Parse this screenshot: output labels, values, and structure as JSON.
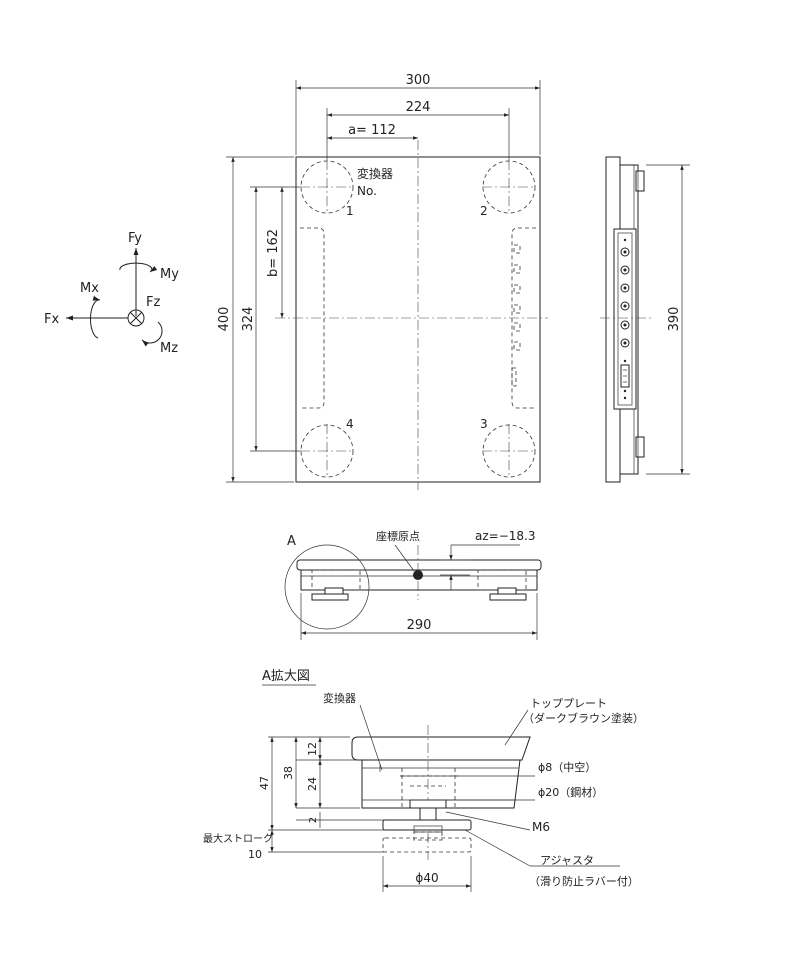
{
  "top_view": {
    "dim_width": "300",
    "dim_sensor_pitch_x": "224",
    "dim_a": "a= 112",
    "dim_height": "400",
    "dim_sensor_pitch_y": "324",
    "dim_b": "b= 162",
    "sensor_label_line1": "変換器",
    "sensor_label_line2": "No.",
    "sensor_numbers": [
      "1",
      "2",
      "3",
      "4"
    ]
  },
  "side_view": {
    "dim_height": "390"
  },
  "axes": {
    "fx": "Fx",
    "fy": "Fy",
    "fz": "Fz",
    "mx": "Mx",
    "my": "My",
    "mz": "Mz"
  },
  "front_view": {
    "detail_marker": "A",
    "origin_label": "座標原点",
    "az_label": "az=−18.3",
    "dim_width": "290"
  },
  "detail": {
    "title": "A拡大図",
    "sensor_label": "変換器",
    "top_plate_line1": "トッププレート",
    "top_plate_line2": "（ダークブラウン塗装）",
    "phi8": "ϕ8（中空）",
    "phi20": "ϕ20（鋼材）",
    "m6": "M6",
    "adjuster_line1": "アジャスタ",
    "adjuster_line2": "（滑り防止ラバー付）",
    "phi40": "ϕ40",
    "max_stroke": "最大ストローク",
    "dim_12": "12",
    "dim_24": "24",
    "dim_38": "38",
    "dim_47": "47",
    "dim_2": "2",
    "dim_10": "10"
  }
}
